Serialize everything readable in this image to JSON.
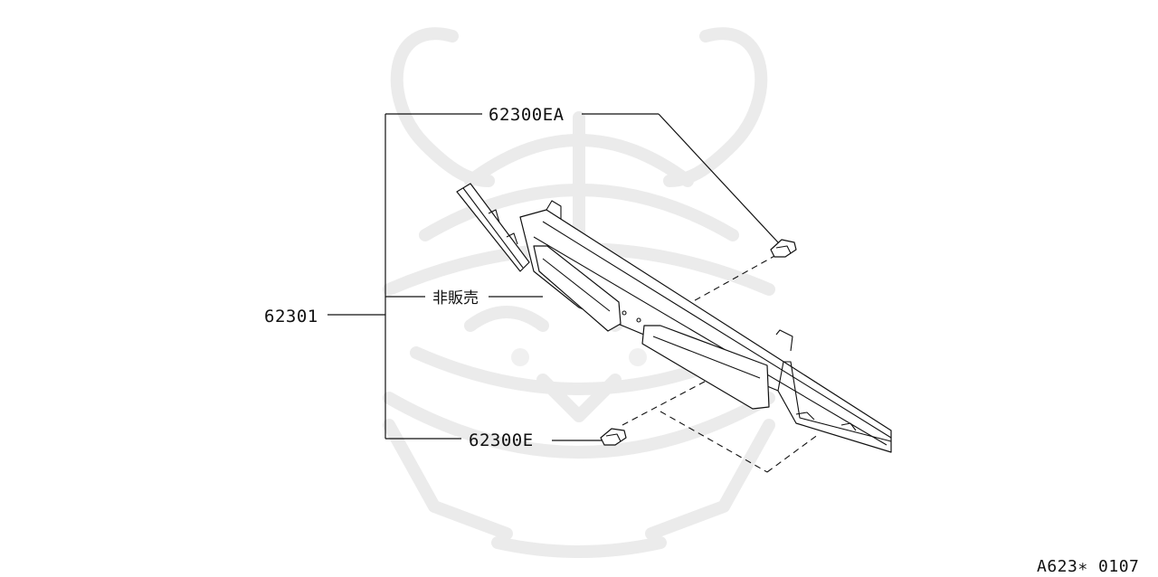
{
  "labels": {
    "grille": "62301",
    "clip_upper": "62300EA",
    "not_for_sale": "非販売",
    "clip_lower": "62300E"
  },
  "diagram_code": "A623∗ 0107",
  "watermark": "samurai-helmet-logo",
  "colors": {
    "line": "#111111",
    "watermark": "#e9e9e9",
    "background": "#ffffff"
  }
}
